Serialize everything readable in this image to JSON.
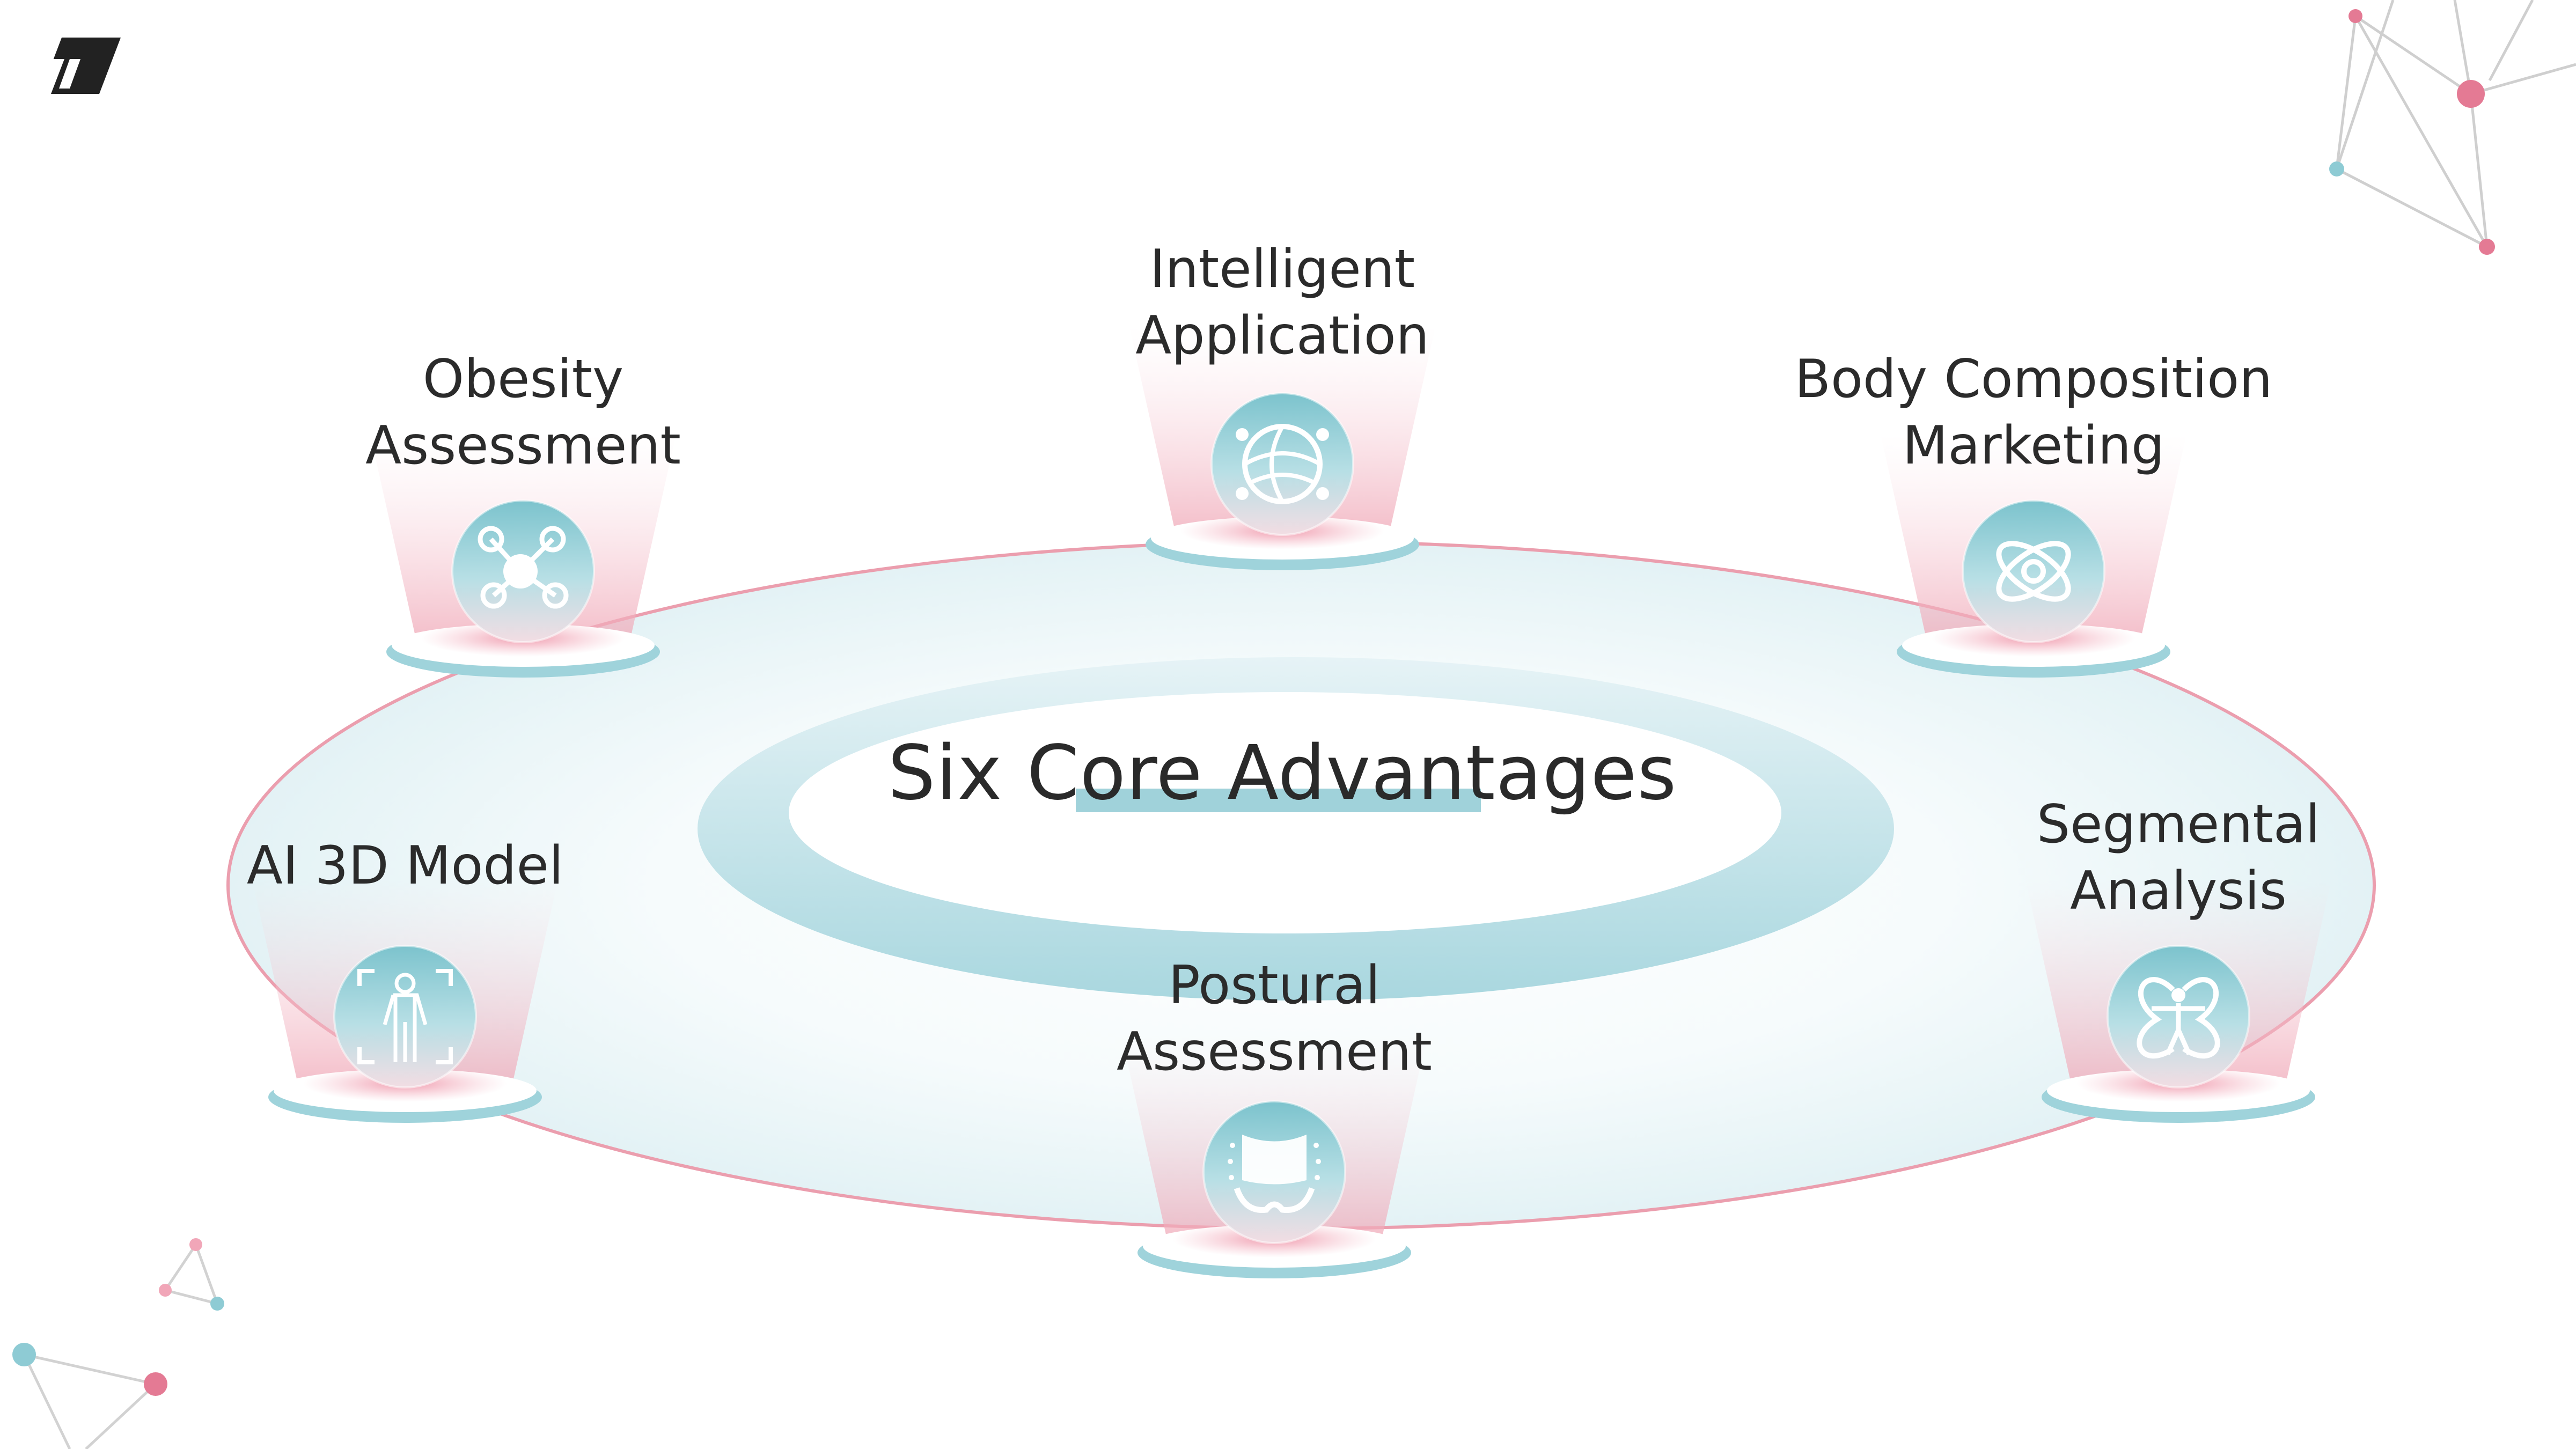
{
  "title": "Six Core Advantages",
  "colors": {
    "teal": "#7fc4cf",
    "teal_light": "#d5ecf0",
    "pink": "#e98fa3",
    "pink_light": "#f7d2da",
    "text": "#2b2b2b"
  },
  "advantages": [
    {
      "id": "intelligent-application",
      "line1": "Intelligent",
      "line2": "Application",
      "icon": "globe-network-icon"
    },
    {
      "id": "obesity-assessment",
      "line1": "Obesity",
      "line2": "Assessment",
      "icon": "molecule-icon"
    },
    {
      "id": "body-composition-marketing",
      "line1": "Body Composition",
      "line2": "Marketing",
      "icon": "atom-icon"
    },
    {
      "id": "ai-3d-model",
      "line1": "AI 3D Model",
      "line2": "",
      "icon": "body-scan-icon"
    },
    {
      "id": "segmental-analysis",
      "line1": "Segmental",
      "line2": "Analysis",
      "icon": "segmental-body-icon"
    },
    {
      "id": "postural-assessment",
      "line1": "Postural",
      "line2": "Assessment",
      "icon": "pelvis-icon"
    }
  ]
}
